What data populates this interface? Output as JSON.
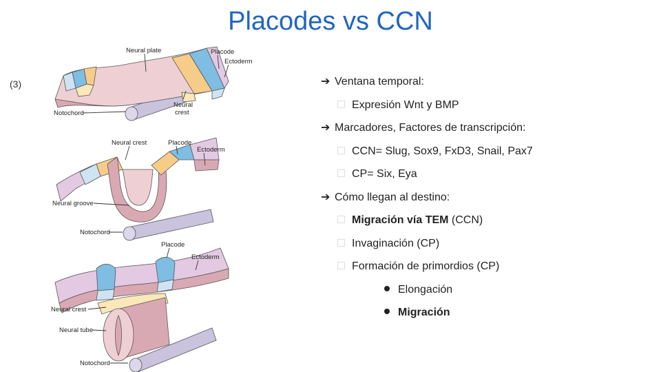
{
  "title": "Placodes vs CCN",
  "ref": "(3)",
  "diagram": {
    "stage1": {
      "neural_plate": "Neural plate",
      "placode": "Placode",
      "ectoderm": "Ectoderm",
      "notochord": "Notochord",
      "neural": "Neural",
      "crest": "crest"
    },
    "stage2": {
      "neural_crest": "Neural crest",
      "placode": "Placode",
      "ectoderm": "Ectoderm",
      "neural_groove": "Neural groove",
      "notochord": "Notochord"
    },
    "stage3": {
      "placode": "Placode",
      "ectoderm": "Ectoderm",
      "neural_crest": "Neural crest",
      "neural_tube": "Neural tube",
      "notochord": "Notochord"
    }
  },
  "bullets": {
    "b1": "Ventana temporal:",
    "b1a": "Expresión Wnt y BMP",
    "b2": "Marcadores, Factores de transcripción:",
    "b2a": "CCN= Slug, Sox9, FxD3, Snail, Pax7",
    "b2b": "CP= Six, Eya",
    "b3": "Cómo llegan al destino:",
    "b3a_bold": "Migración vía TEM",
    "b3a_rest": " (CCN)",
    "b3b": "Invaginación (CP)",
    "b3c": "Formación de primordios (CP)",
    "b3c1": "Elongación",
    "b3c2": "Migración"
  },
  "markers": {
    "arrow": "➔"
  },
  "colors": {
    "title": "#2165c2",
    "pink": "#eed0d4",
    "pink_dark": "#d9a9b3",
    "lilac": "#e3c9e2",
    "blue": "#7fbde3",
    "light_blue": "#cfe4f2",
    "orange": "#f7cc89",
    "cream": "#fbe7b7",
    "notochord": "#c9c3dd"
  }
}
